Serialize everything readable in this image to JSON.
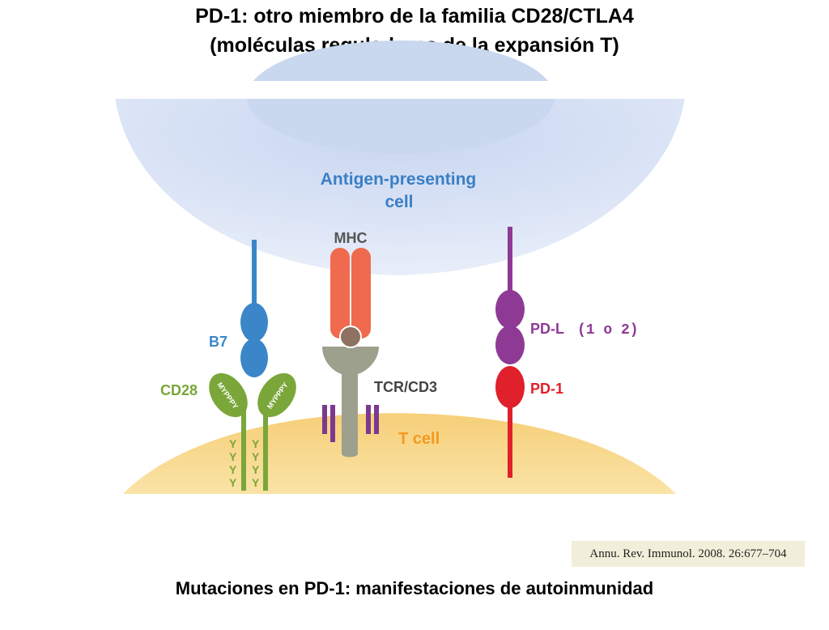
{
  "title_line1": "PD-1: otro miembro de la familia CD28/CTLA4",
  "title_line2": "(moléculas reguladoras de la expansión T)",
  "labels": {
    "apc": "Antigen-presenting",
    "apc2": "cell",
    "mhc": "MHC",
    "b7": "B7",
    "cd28": "CD28",
    "tcr": "TCR/CD3",
    "tcell": "T cell",
    "pdl": "PD-L",
    "pdl_variant": "(1 o 2)",
    "pd1": "PD-1",
    "motif": "MYPPPY",
    "y": "Y"
  },
  "citation": "Annu. Rev. Immunol. 2008. 26:677–704",
  "bottom_caption": "Mutaciones en PD-1: manifestaciones de autoinmunidad",
  "colors": {
    "apc_fill": "#dde6f6",
    "tcell_fill": "#f8d98a",
    "b7": "#3b86c8",
    "cd28": "#7aa63a",
    "mhc": "#ef6a4f",
    "tcr": "#9ea08e",
    "cd3": "#7b3a8f",
    "pdl": "#8e3a94",
    "pd1": "#e0202a",
    "tcell_text": "#f29a20"
  }
}
